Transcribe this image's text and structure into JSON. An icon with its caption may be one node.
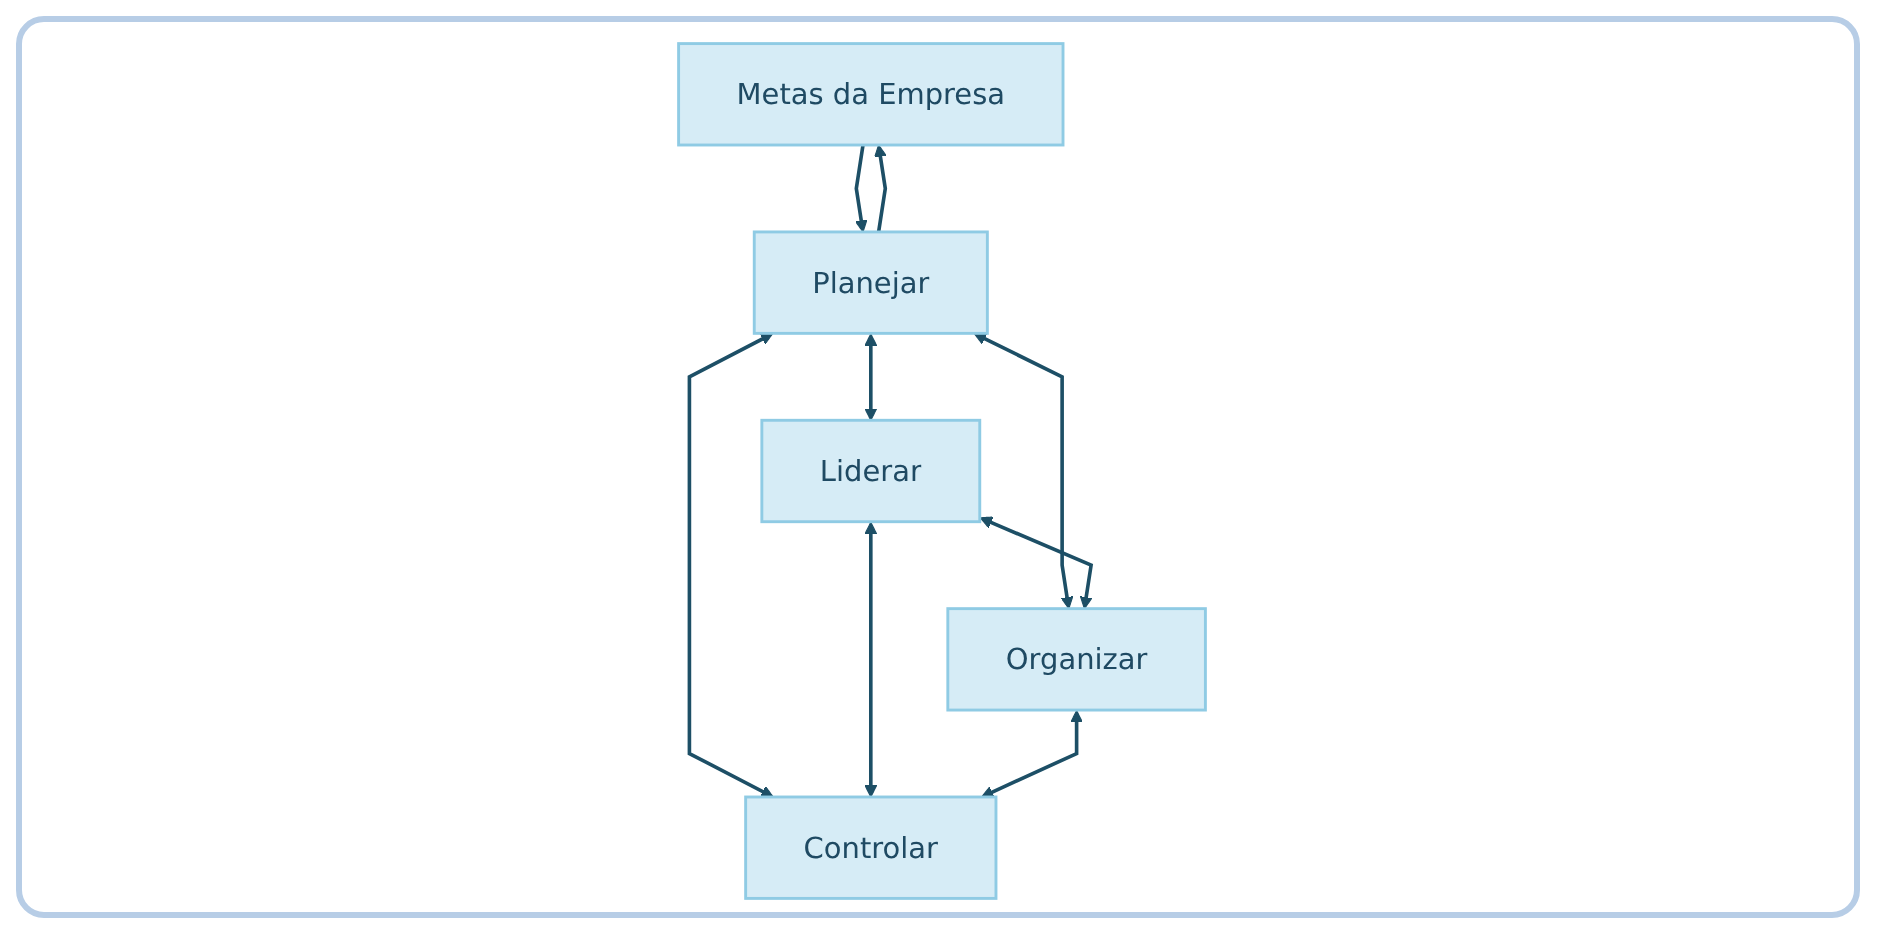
{
  "diagram": {
    "nodes": [
      {
        "text": [
          "Metas da Empresa"
        ]
      },
      {
        "text": [
          "Planejar"
        ]
      },
      {
        "text": [
          "Liderar"
        ]
      },
      {
        "text": [
          "Controlar"
        ]
      },
      {
        "text": [
          "Organizar"
        ]
      }
    ],
    "edges": [
      {
        "from": 1,
        "to": 0,
        "arrow": "to"
      },
      {
        "from": 0,
        "to": 1,
        "arrow": "to"
      },
      {
        "from": 1,
        "to": 2,
        "arrow": "both"
      },
      {
        "from": 1,
        "to": 3,
        "arrow": "both"
      },
      {
        "from": 2,
        "to": 3,
        "arrow": "both"
      },
      {
        "from": 1,
        "to": 4,
        "arrow": "both"
      },
      {
        "from": 2,
        "to": 4,
        "arrow": "both"
      },
      {
        "from": 4,
        "to": 3,
        "arrow": "both"
      }
    ]
  }
}
